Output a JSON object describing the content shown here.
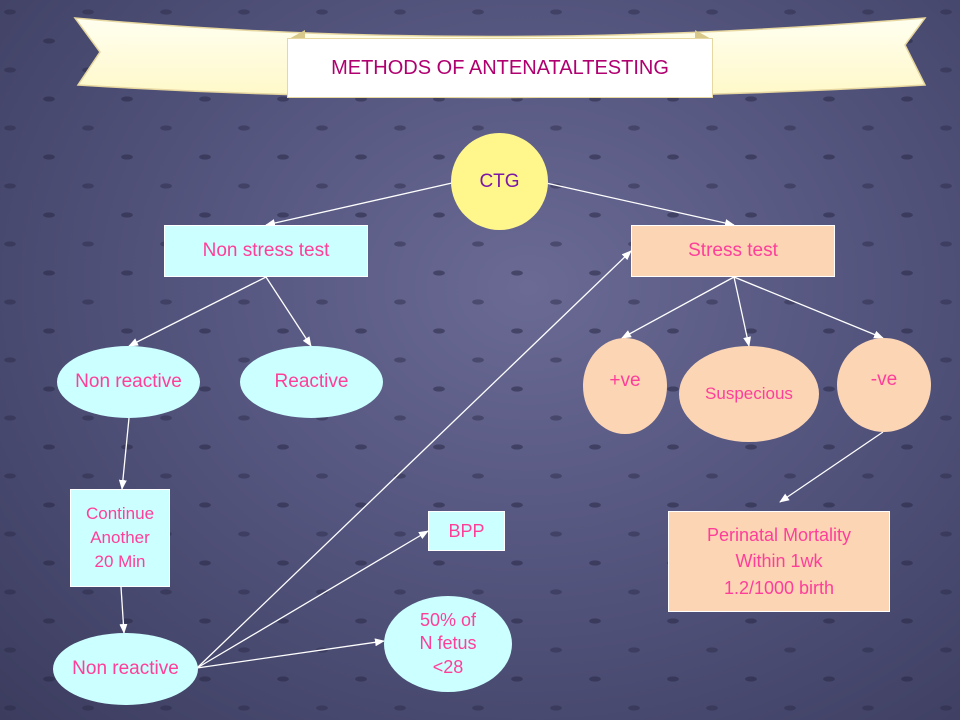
{
  "title": "METHODS OF ANTENATALTESTING",
  "nodes": {
    "ctg": "CTG",
    "non_stress_test": "Non stress test",
    "stress_test": "Stress test",
    "non_reactive_1": "Non reactive",
    "reactive": "Reactive",
    "positive": "+ve",
    "suspicious": "Suspecious",
    "negative": "-ve",
    "continue": "Continue\nAnother\n20 Min",
    "bpp": "BPP",
    "perinatal": "Perinatal Mortality\nWithin 1wk\n1.2/1000 birth",
    "non_reactive_2": "Non reactive",
    "fifty_percent": "50% of\nN fetus\n<28"
  },
  "colors": {
    "title_text": "#b00070",
    "ctg_fill": "#fff68c",
    "ctg_text": "#7b18a8",
    "light_cyan_fill": "#ccffff",
    "peach_fill": "#fcd5b5",
    "node_text": "#ff3e9a",
    "connector": "#ffffff",
    "banner": "#ffffdd"
  }
}
